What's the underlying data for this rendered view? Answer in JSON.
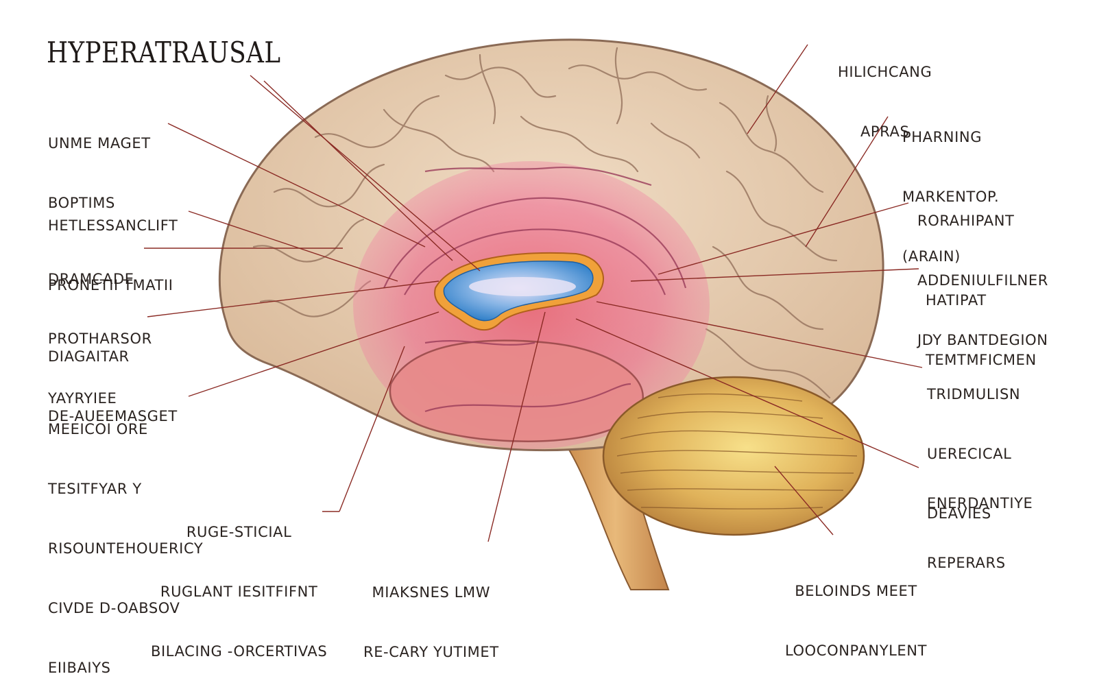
{
  "title": "HYPERATRAUSAL",
  "colors": {
    "cortex": "#e6cdb0",
    "cortex_fold": "#8a6a55",
    "limbic_overlay": "#f0608a",
    "ventricle": "#3a8fd0",
    "cerebellum": "#e0b45a",
    "brainstem": "#d9a066",
    "leader_line": "#8a2a24"
  },
  "labels_left": [
    {
      "id": "unme-maget",
      "lines": [
        "UNME MAGET",
        "BOPTIMS"
      ]
    },
    {
      "id": "hetlessanclift",
      "lines": [
        "HETLESSANCLIFT",
        "PRONETII TMATII"
      ]
    },
    {
      "id": "dramcade",
      "lines": [
        "DRAMCADE",
        "PROTHARSOR",
        "YAYRYIEE"
      ]
    },
    {
      "id": "diagaitar",
      "lines": [
        "DIAGAITAR",
        "DE-AUEEMASGET"
      ]
    },
    {
      "id": "meeicoi",
      "lines": [
        "MEEICOI ORE",
        "TESITFYAR Y",
        "RISOUNTEHOUERICY",
        "CIVDE D-OABSOV",
        "EIIBAIYS"
      ]
    },
    {
      "id": "ruge-stical",
      "lines": [
        "RUGE-STICIAL",
        "RUGLANT IESITFIFNT",
        "BILACING -ORCERTIVAS"
      ]
    }
  ],
  "labels_bottom": [
    {
      "id": "miaksnes",
      "lines": [
        "MIAKSNES LMW",
        "RE-CARY YUTIMET"
      ]
    },
    {
      "id": "beloinds",
      "lines": [
        "BELOINDS MEET",
        "LOOCONPANYLENT"
      ]
    }
  ],
  "labels_right": [
    {
      "id": "hilichcang",
      "lines": [
        "HILICHCANG",
        "APRAS"
      ]
    },
    {
      "id": "pharning",
      "lines": [
        "PHARNING",
        "MARKENTOP.",
        "(ARAIN)"
      ]
    },
    {
      "id": "rorahipant",
      "lines": [
        "RORAHIPANT",
        "ADDENIULFILNER",
        "JDY BANTDEGION"
      ]
    },
    {
      "id": "hatipat",
      "lines": [
        "HATIPAT",
        "TEMTMFICMEN"
      ]
    },
    {
      "id": "tridmulisn",
      "lines": [
        "TRIDMULISN",
        "UERECICAL",
        "DEAVIES"
      ]
    },
    {
      "id": "enerdantiye",
      "lines": [
        "ENERDANTIYE",
        "REPERARS"
      ]
    }
  ]
}
